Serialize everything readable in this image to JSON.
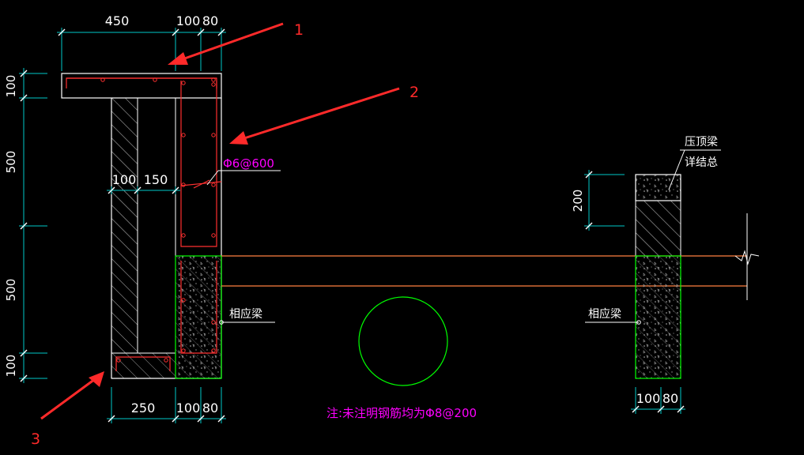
{
  "colors": {
    "background": "#000000",
    "outline": "#ffffff",
    "dimension": "#00c8c8",
    "rebar": "#ff3030",
    "beam_line": "#ff8040",
    "concrete_outline": "#00ff00",
    "label_magenta": "#ff00ff",
    "arrow": "#ff2a2a",
    "hatch": "#c0c0c0"
  },
  "top_dimensions": [
    "450",
    "100",
    "80"
  ],
  "left_dimensions": [
    "100",
    "500",
    "500",
    "100"
  ],
  "inner_dimensions": [
    "100",
    "150"
  ],
  "bottom_dimensions": [
    "250",
    "100",
    "80"
  ],
  "right_section": {
    "dimension_vertical": "200",
    "bottom_dimensions": [
      "100",
      "80"
    ],
    "cap_label_line1": "压顶梁",
    "cap_label_line2": "详结总",
    "beam_label": "相应梁"
  },
  "rebar_label": "Φ6@600",
  "beam_label_left": "相应梁",
  "note": "注:未注明钢筋均为Φ8@200",
  "callouts": [
    "1",
    "2",
    "3"
  ]
}
